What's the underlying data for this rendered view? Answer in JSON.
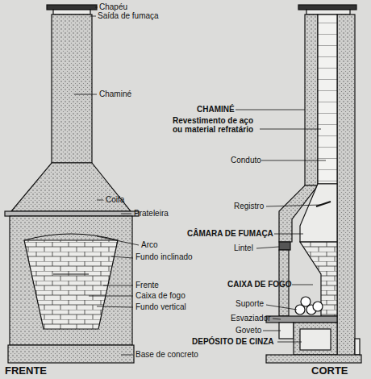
{
  "diagram": {
    "labels": [
      "Chapéu",
      "Saída de fumaça",
      "Chaminé",
      "Coifa",
      "Prateleira",
      "Arco",
      "Fundo inclinado",
      "Frente",
      "Caixa de fogo",
      "Fundo vertical",
      "Base de concreto",
      "FRENTE",
      "CHAMINÉ",
      "Revestimento de aço ou material refratário",
      "Conduto",
      "Registro",
      "CÂMARA DE FUMAÇA",
      "Lintel",
      "CAIXA DE FOGO",
      "Suporte",
      "Esvaziador",
      "Goveto",
      "DEPÓSITO DE CINZA",
      "CORTE"
    ]
  }
}
